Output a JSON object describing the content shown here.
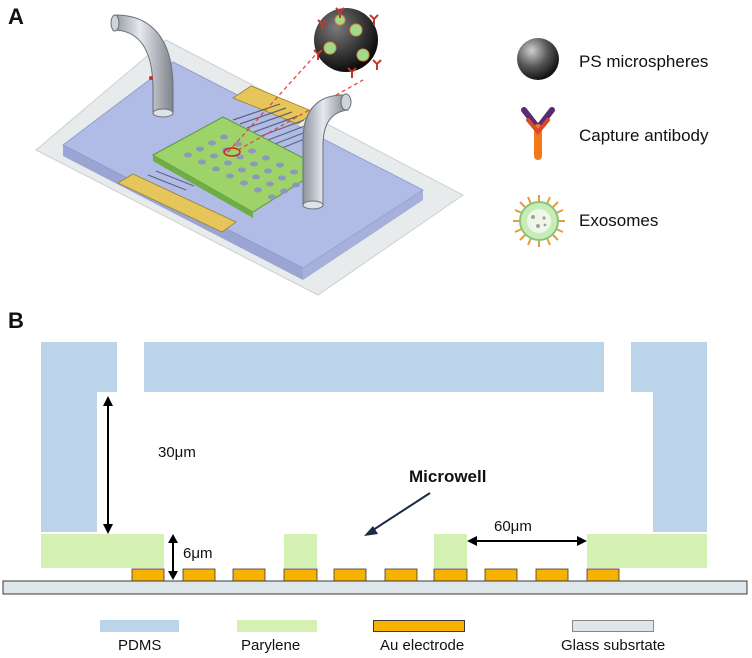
{
  "panel_a": {
    "letter": "A",
    "legend": [
      {
        "label": "PS microspheres",
        "icon": "sphere-icon"
      },
      {
        "label": "Capture antibody",
        "icon": "antibody-icon"
      },
      {
        "label": "Exosomes",
        "icon": "exosome-icon"
      }
    ]
  },
  "panel_b": {
    "letter": "B",
    "dim_30": "30μm",
    "dim_6": "6μm",
    "dim_60": "60μm",
    "microwell": "Microwell",
    "legend": [
      {
        "label": "PDMS",
        "color": "#bcd4ea"
      },
      {
        "label": "Parylene",
        "color": "#d5f0b3"
      },
      {
        "label": "Au electrode",
        "color": "#f7b200"
      },
      {
        "label": "Glass subsrtate",
        "color": "#dde6ea"
      }
    ]
  },
  "colors": {
    "pdms": "#bcd4ea",
    "parylene": "#d5f0b3",
    "electrode": "#f7b200",
    "glass": "#dde6ea"
  }
}
